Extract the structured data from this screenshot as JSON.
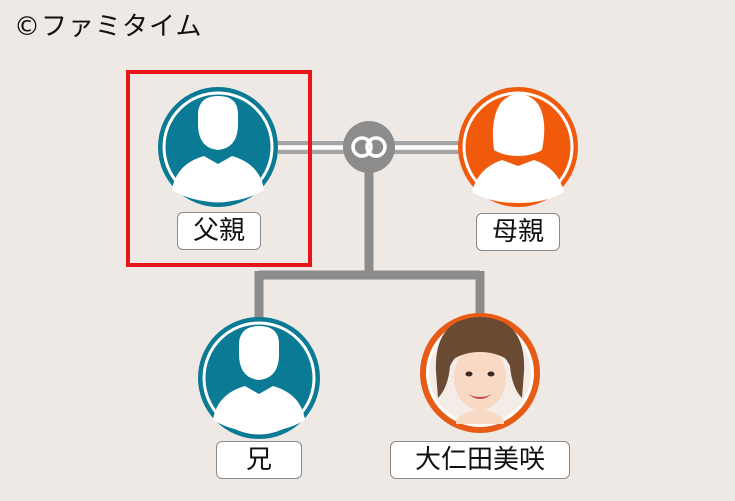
{
  "copyright": "©ファミタイム",
  "colors": {
    "background": "#efe9e5",
    "male_fill": "#0a7a95",
    "female_fill": "#f05a0a",
    "female_photo_ring": "#e65c16",
    "connector": "#8c8c8c",
    "highlight": "#e8161b",
    "marriage_node": "#8c8c8c"
  },
  "people": [
    {
      "id": "father",
      "label": "父親",
      "gender": "male",
      "icon": "person-male-icon",
      "highlighted": true
    },
    {
      "id": "mother",
      "label": "母親",
      "gender": "female",
      "icon": "person-female-icon",
      "highlighted": false
    },
    {
      "id": "brother",
      "label": "兄",
      "gender": "male",
      "icon": "person-male-icon",
      "highlighted": false
    },
    {
      "id": "self",
      "label": "大仁田美咲",
      "gender": "female",
      "icon": "portrait-photo-icon",
      "highlighted": false
    }
  ],
  "marriage_symbol": "rings-icon"
}
